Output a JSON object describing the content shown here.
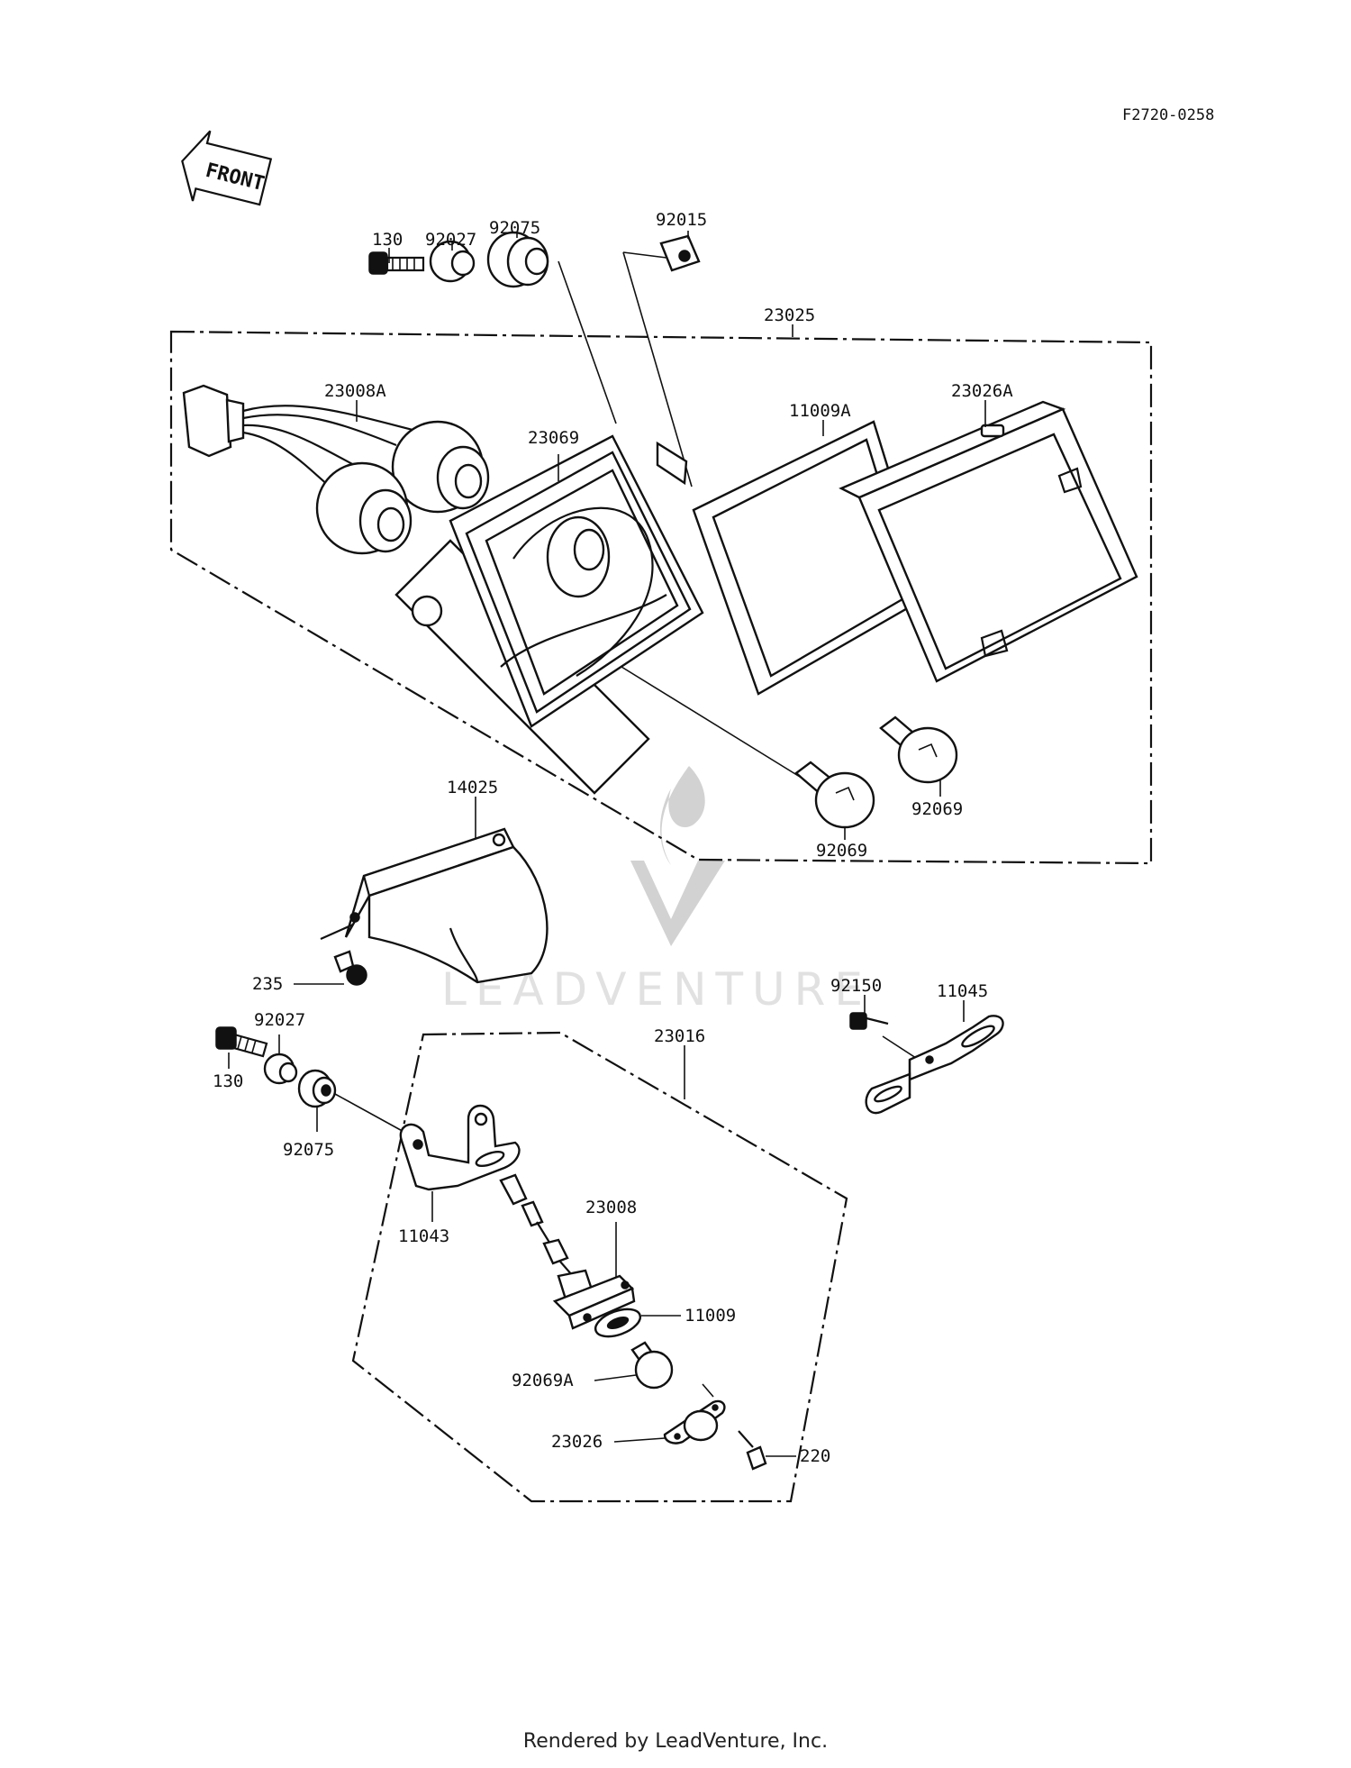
{
  "drawing_code": "F2720-0258",
  "front_label": "FRONT",
  "watermark": "LEADVENTURE",
  "footer": "Rendered by LeadVenture, Inc.",
  "parts": {
    "p130_top": "130",
    "p92027_top": "92027",
    "p92075_top": "92075",
    "p92015": "92015",
    "p23025": "23025",
    "p23008A": "23008A",
    "p23069": "23069",
    "p11009A": "11009A",
    "p23026A": "23026A",
    "p92069_right": "92069",
    "p92069_mid": "92069",
    "p14025": "14025",
    "p235": "235",
    "p92150": "92150",
    "p11045": "11045",
    "p92027_bot": "92027",
    "p23016": "23016",
    "p130_bot": "130",
    "p92075_bot": "92075",
    "p11043": "11043",
    "p23008": "23008",
    "p11009": "11009",
    "p92069A": "92069A",
    "p23026": "23026",
    "p220": "220"
  }
}
